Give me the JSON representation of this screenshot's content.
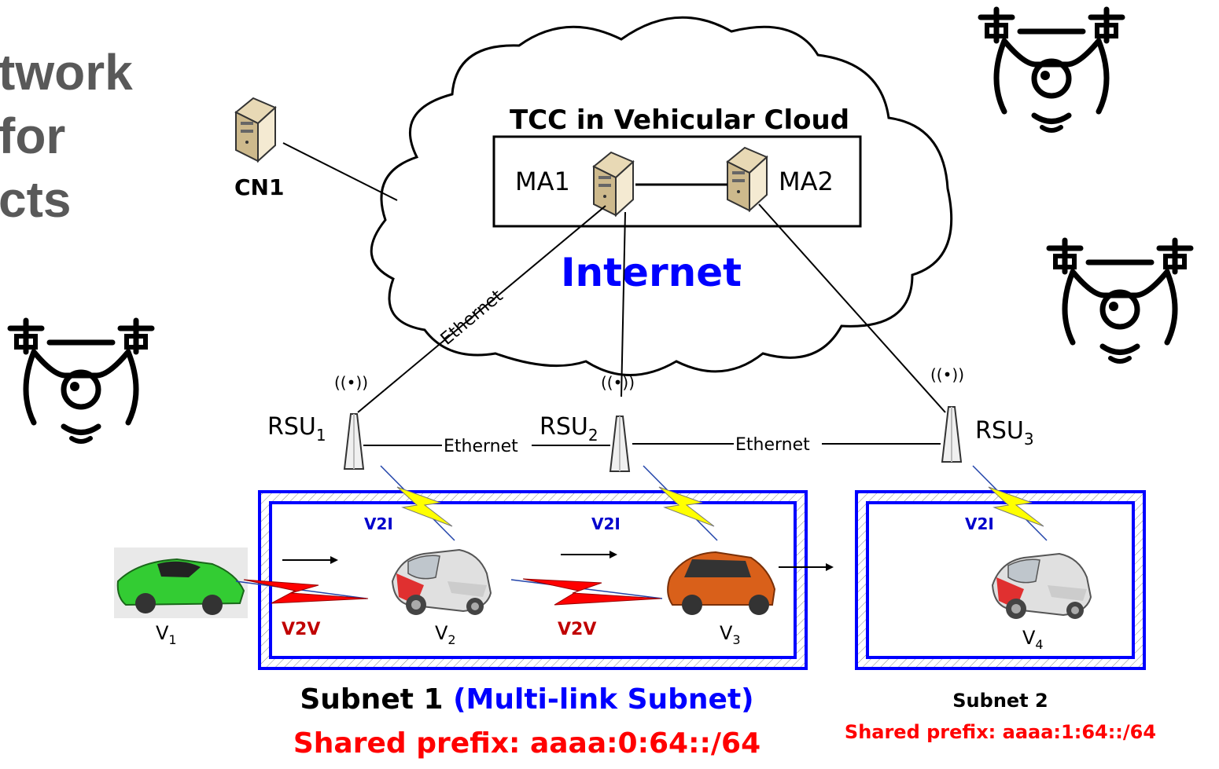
{
  "background_title": {
    "line1": "twork",
    "line2": "for",
    "line3": "cts"
  },
  "cloud": {
    "title": "TCC in Vehicular Cloud",
    "internet_label": "Internet",
    "ma1": "MA1",
    "ma2": "MA2"
  },
  "nodes": {
    "cn1": "CN1",
    "rsu1": {
      "base": "RSU",
      "sub": "1"
    },
    "rsu2": {
      "base": "RSU",
      "sub": "2"
    },
    "rsu3": {
      "base": "RSU",
      "sub": "3"
    },
    "antenna_glyph": "((•))"
  },
  "links": {
    "ethernet_diag": "Ethernet",
    "ethernet_12": "Ethernet",
    "ethernet_23": "Ethernet"
  },
  "vehicles": {
    "v1": {
      "base": "V",
      "sub": "1"
    },
    "v2": {
      "base": "V",
      "sub": "2"
    },
    "v3": {
      "base": "V",
      "sub": "3"
    },
    "v4": {
      "base": "V",
      "sub": "4"
    }
  },
  "wireless": {
    "v2i_1": "V2I",
    "v2i_2": "V2I",
    "v2i_3": "V2I",
    "v2v_1": "V2V",
    "v2v_2": "V2V"
  },
  "subnets": {
    "subnet1_name": "Subnet 1",
    "subnet1_type": "(Multi-link Subnet)",
    "subnet1_prefix": "Shared prefix: aaaa:0:64::/64",
    "subnet2_name": "Subnet 2",
    "subnet2_prefix": "Shared prefix: aaaa:1:64::/64"
  },
  "colors": {
    "subnet_border": "#0000ff",
    "internet_text": "#0000ff",
    "prefix_text": "#ff0000",
    "v2v_text": "#c00000",
    "v2i_text": "#0000cc",
    "bolt_yellow": "#ffff00",
    "bolt_red": "#ff0000",
    "car_green": "#33cc33",
    "car_orange": "#d9601a",
    "car_silver": "#d8d8d8"
  },
  "icons": [
    "drone-icon",
    "server-icon",
    "antenna-icon",
    "car-icon",
    "lightning-icon",
    "cloud-icon"
  ]
}
